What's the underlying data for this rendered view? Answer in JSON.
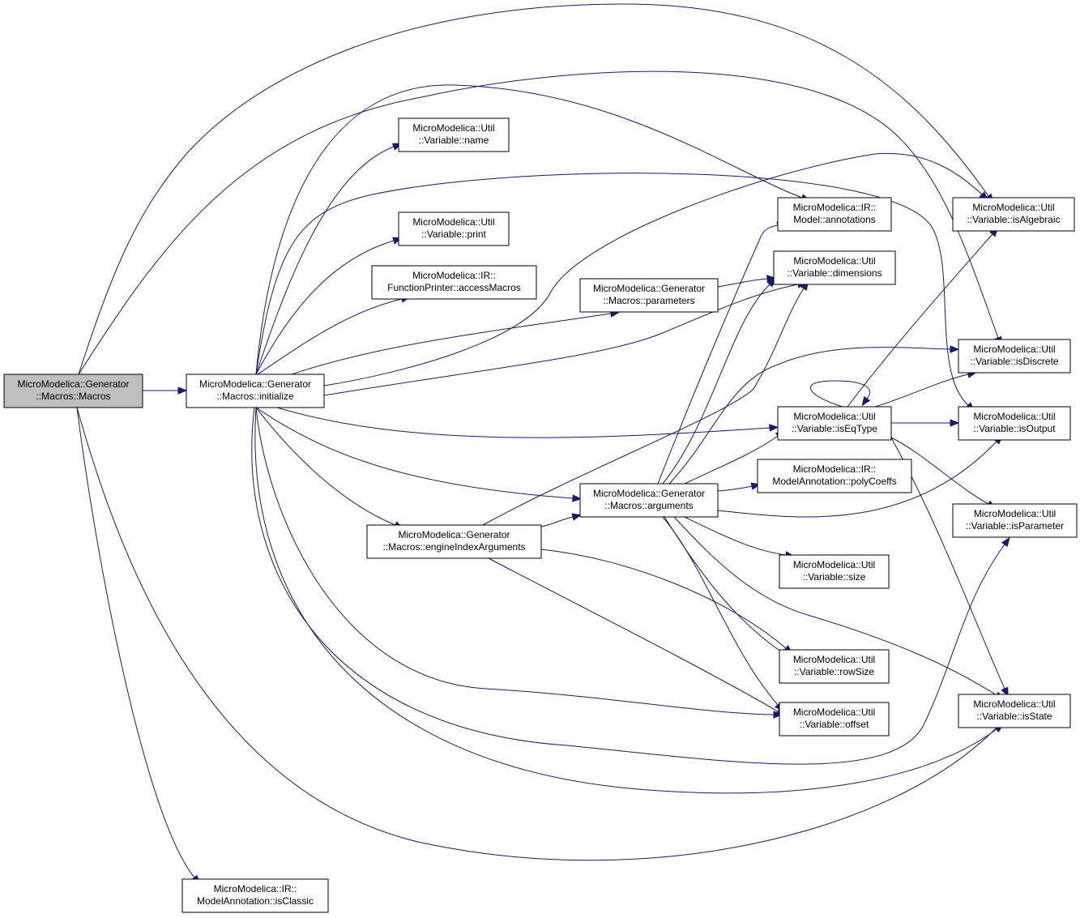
{
  "colors": {
    "edge": "#191970",
    "node_border": "#000000",
    "root_fill": "#bfbfbf",
    "node_fill": "#ffffff"
  },
  "nodes": [
    {
      "id": "macros",
      "root": true,
      "lines": [
        "MicroModelica::Generator",
        "::Macros::Macros"
      ]
    },
    {
      "id": "initialize",
      "lines": [
        "MicroModelica::Generator",
        "::Macros::initialize"
      ]
    },
    {
      "id": "isClassic",
      "lines": [
        "MicroModelica::IR::",
        "ModelAnnotation::isClassic"
      ]
    },
    {
      "id": "name",
      "lines": [
        "MicroModelica::Util",
        "::Variable::name"
      ]
    },
    {
      "id": "print",
      "lines": [
        "MicroModelica::Util",
        "::Variable::print"
      ]
    },
    {
      "id": "accessMacros",
      "lines": [
        "MicroModelica::IR::",
        "FunctionPrinter::accessMacros"
      ]
    },
    {
      "id": "parameters",
      "lines": [
        "MicroModelica::Generator",
        "::Macros::parameters"
      ]
    },
    {
      "id": "arguments",
      "lines": [
        "MicroModelica::Generator",
        "::Macros::arguments"
      ]
    },
    {
      "id": "engineIndexArguments",
      "lines": [
        "MicroModelica::Generator",
        "::Macros::engineIndexArguments"
      ]
    },
    {
      "id": "annotations",
      "lines": [
        "MicroModelica::IR::",
        "Model::annotations"
      ]
    },
    {
      "id": "dimensions",
      "lines": [
        "MicroModelica::Util",
        "::Variable::dimensions"
      ]
    },
    {
      "id": "isEqType",
      "lines": [
        "MicroModelica::Util",
        "::Variable::isEqType"
      ]
    },
    {
      "id": "polyCoeffs",
      "lines": [
        "MicroModelica::IR::",
        "ModelAnnotation::polyCoeffs"
      ]
    },
    {
      "id": "size",
      "lines": [
        "MicroModelica::Util",
        "::Variable::size"
      ]
    },
    {
      "id": "rowSize",
      "lines": [
        "MicroModelica::Util",
        "::Variable::rowSize"
      ]
    },
    {
      "id": "offset",
      "lines": [
        "MicroModelica::Util",
        "::Variable::offset"
      ]
    },
    {
      "id": "isAlgebraic",
      "lines": [
        "MicroModelica::Util",
        "::Variable::isAlgebraic"
      ]
    },
    {
      "id": "isDiscrete",
      "lines": [
        "MicroModelica::Util",
        "::Variable::isDiscrete"
      ]
    },
    {
      "id": "isOutput",
      "lines": [
        "MicroModelica::Util",
        "::Variable::isOutput"
      ]
    },
    {
      "id": "isParameter",
      "lines": [
        "MicroModelica::Util",
        "::Variable::isParameter"
      ]
    },
    {
      "id": "isState",
      "lines": [
        "MicroModelica::Util",
        "::Variable::isState"
      ]
    }
  ],
  "edges": [
    [
      "macros",
      "initialize"
    ],
    [
      "macros",
      "isClassic"
    ],
    [
      "macros",
      "isAlgebraic"
    ],
    [
      "macros",
      "isDiscrete"
    ],
    [
      "macros",
      "isState"
    ],
    [
      "initialize",
      "name"
    ],
    [
      "initialize",
      "print"
    ],
    [
      "initialize",
      "accessMacros"
    ],
    [
      "initialize",
      "parameters"
    ],
    [
      "initialize",
      "arguments"
    ],
    [
      "initialize",
      "engineIndexArguments"
    ],
    [
      "initialize",
      "annotations"
    ],
    [
      "initialize",
      "dimensions"
    ],
    [
      "initialize",
      "isEqType"
    ],
    [
      "initialize",
      "offset"
    ],
    [
      "initialize",
      "isAlgebraic"
    ],
    [
      "initialize",
      "isOutput"
    ],
    [
      "initialize",
      "isParameter"
    ],
    [
      "initialize",
      "isState"
    ],
    [
      "parameters",
      "dimensions"
    ],
    [
      "engineIndexArguments",
      "arguments"
    ],
    [
      "engineIndexArguments",
      "dimensions"
    ],
    [
      "engineIndexArguments",
      "rowSize"
    ],
    [
      "engineIndexArguments",
      "offset"
    ],
    [
      "arguments",
      "annotations"
    ],
    [
      "arguments",
      "dimensions"
    ],
    [
      "arguments",
      "isEqType"
    ],
    [
      "arguments",
      "polyCoeffs"
    ],
    [
      "arguments",
      "size"
    ],
    [
      "arguments",
      "rowSize"
    ],
    [
      "arguments",
      "offset"
    ],
    [
      "arguments",
      "isDiscrete"
    ],
    [
      "arguments",
      "isOutput"
    ],
    [
      "arguments",
      "isState"
    ],
    [
      "isEqType",
      "isEqType"
    ],
    [
      "isEqType",
      "isAlgebraic"
    ],
    [
      "isEqType",
      "isDiscrete"
    ],
    [
      "isEqType",
      "isOutput"
    ],
    [
      "isEqType",
      "isParameter"
    ],
    [
      "isEqType",
      "isState"
    ]
  ]
}
